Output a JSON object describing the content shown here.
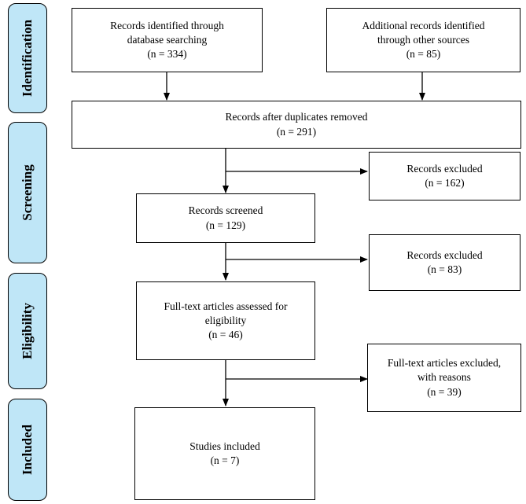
{
  "phases": {
    "identification": "Identification",
    "screening": "Screening",
    "eligibility": "Eligibility",
    "included": "Included"
  },
  "boxes": {
    "database": {
      "line1": "Records identified through",
      "line2": "database searching",
      "count": "(n = 334)"
    },
    "other": {
      "line1": "Additional records identified",
      "line2": "through other sources",
      "count": "(n = 85)"
    },
    "duplicates": {
      "line1": "Records after duplicates removed",
      "count": "(n = 291)"
    },
    "excluded1": {
      "line1": "Records excluded",
      "count": "(n = 162)"
    },
    "screened": {
      "line1": "Records screened",
      "count": "(n = 129)"
    },
    "excluded2": {
      "line1": "Records excluded",
      "count": "(n = 83)"
    },
    "fulltext": {
      "line1": "Full-text articles assessed for",
      "line2": "eligibility",
      "count": "(n = 46)"
    },
    "fulltext_excluded": {
      "line1": "Full-text articles excluded,",
      "line2": "with reasons",
      "count": "(n = 39)"
    },
    "included": {
      "line1": "Studies included",
      "count": "(n = 7)"
    }
  }
}
